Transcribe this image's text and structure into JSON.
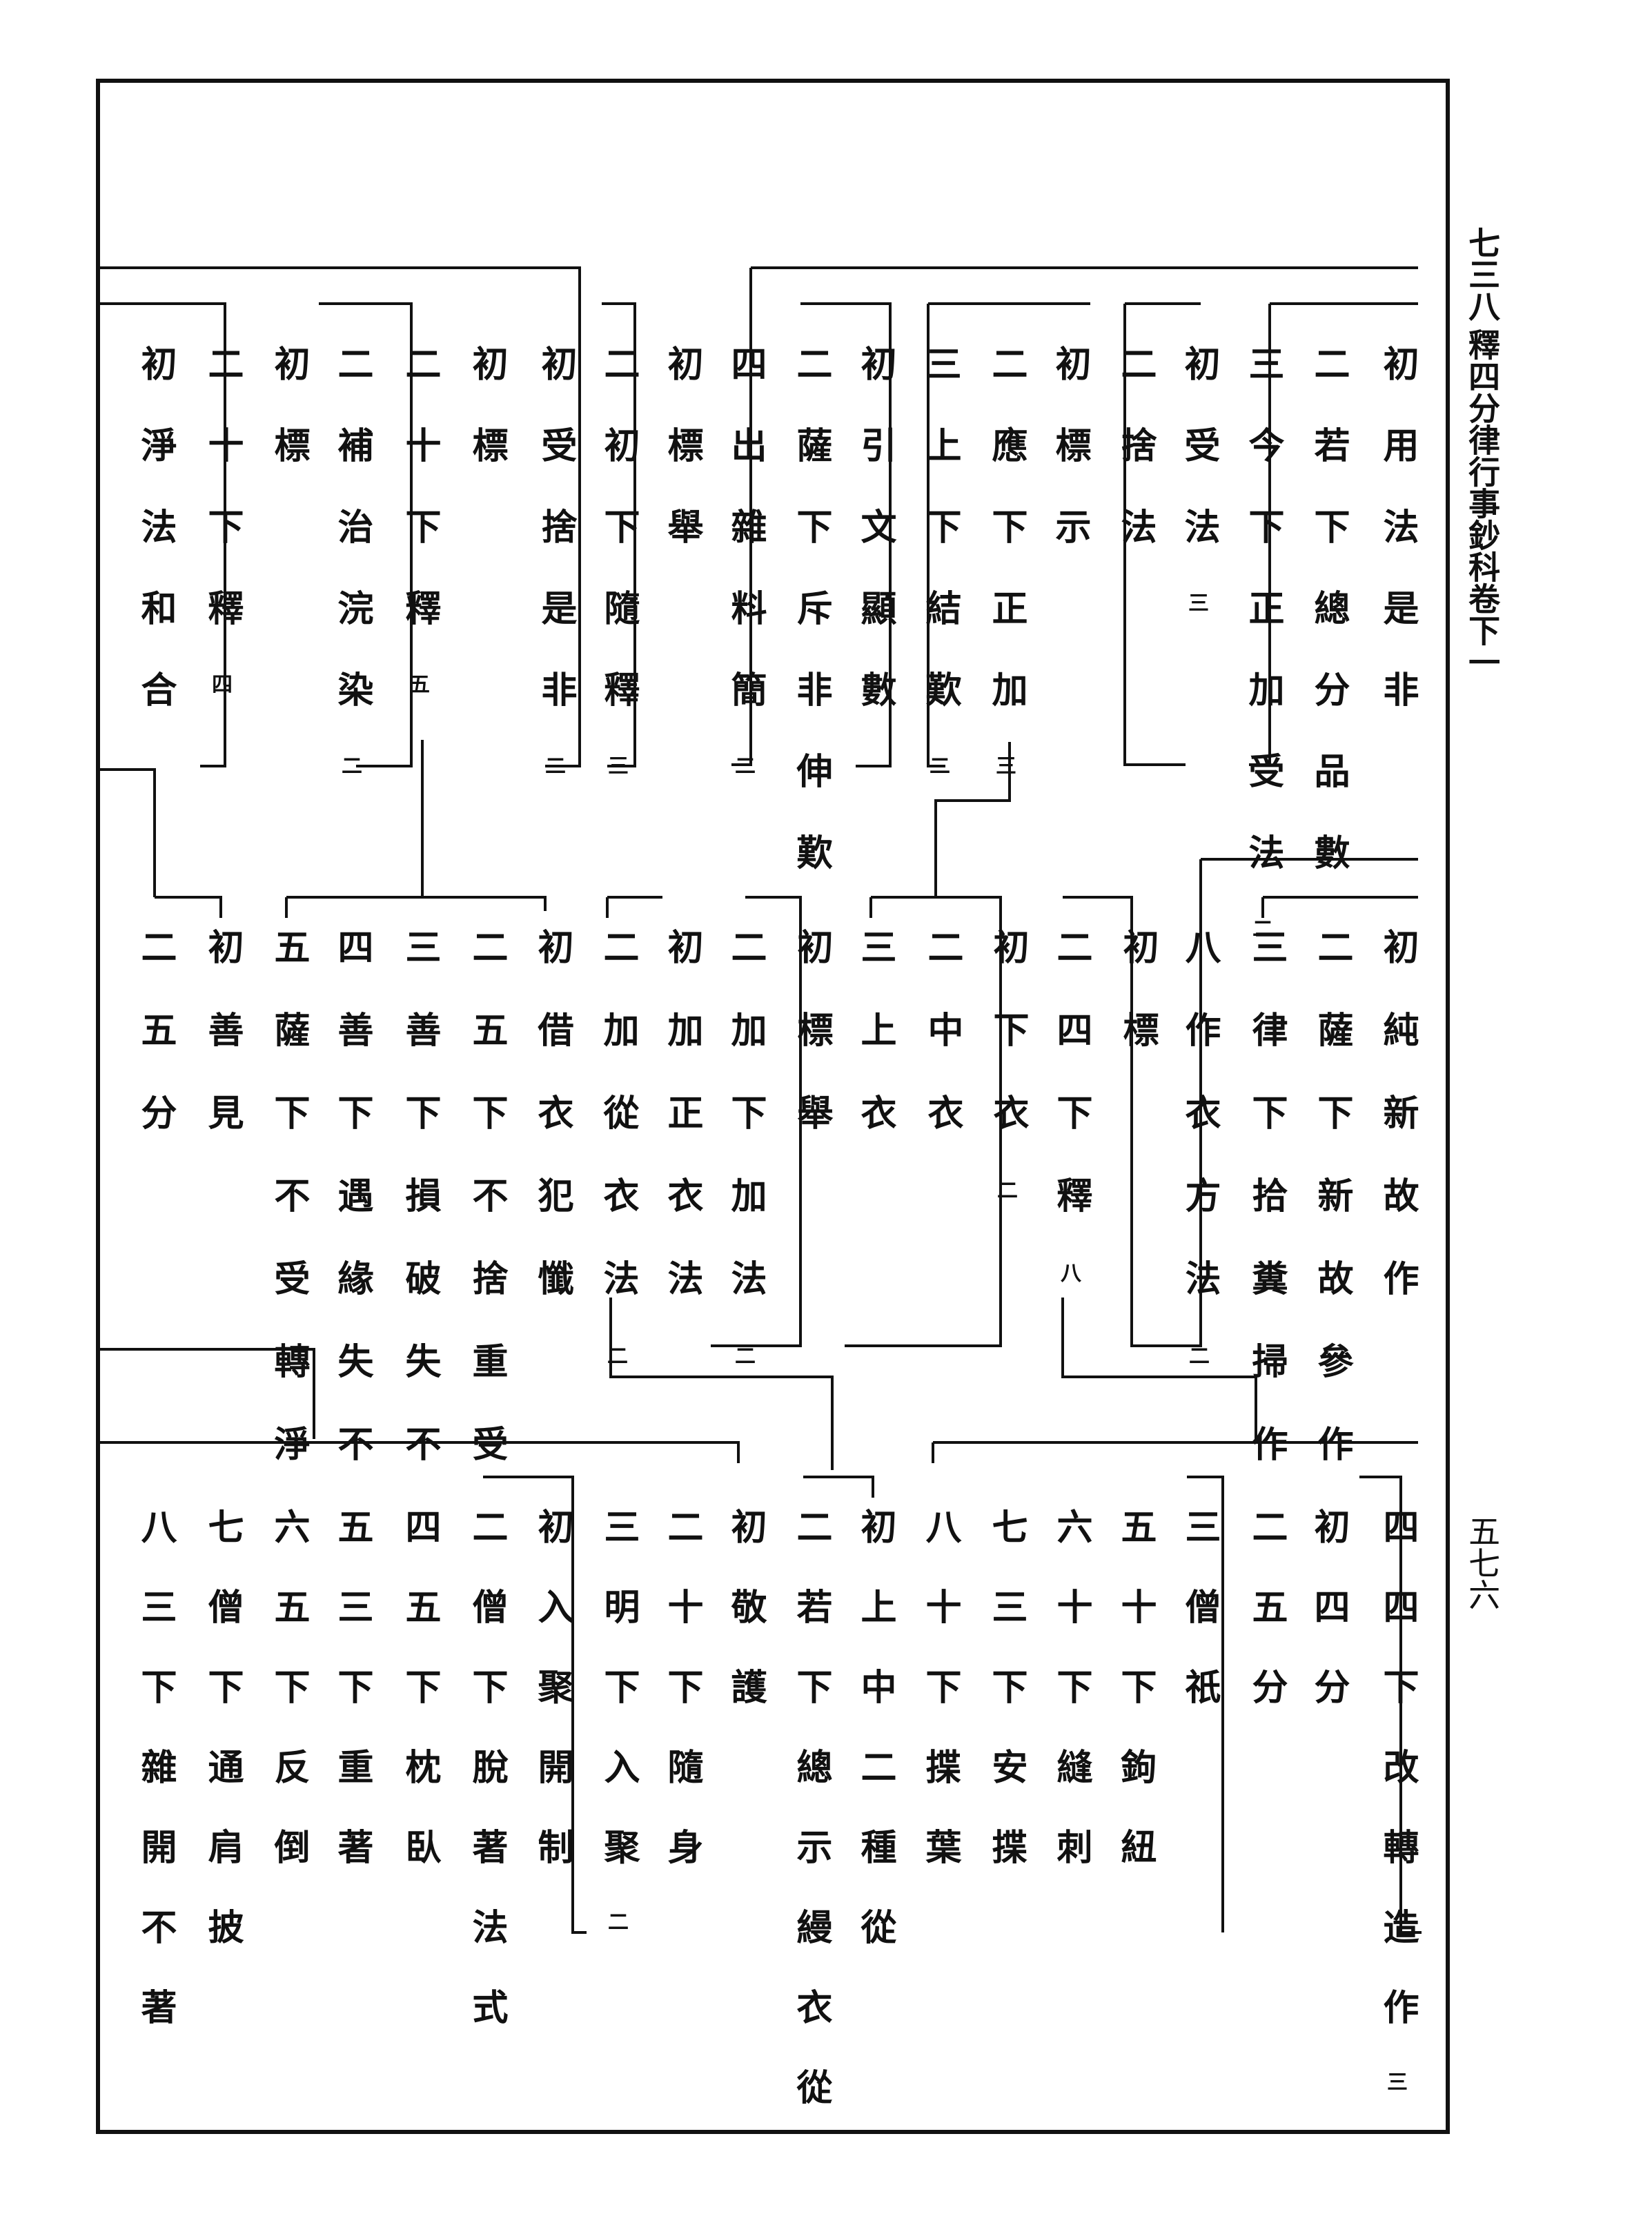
{
  "margin": {
    "volume": "七三八",
    "title": "釋四分律行事鈔科卷下一",
    "page": "五七六"
  },
  "rows": [
    {
      "columns": [
        {
          "text": "初用法是非",
          "note": ""
        },
        {
          "text": "二若下總分品數",
          "note": ""
        },
        {
          "text": "三今下正加受法",
          "note": "二"
        },
        {
          "text": "初受法",
          "note": "三"
        },
        {
          "text": "二捨法",
          "note": ""
        },
        {
          "text": "初標示",
          "note": ""
        },
        {
          "text": "二應下正加",
          "note": "三"
        },
        {
          "text": "三上下結歎",
          "note": "二"
        },
        {
          "text": "初引文顯數",
          "note": ""
        },
        {
          "text": "二薩下斥非伸歎",
          "note": ""
        },
        {
          "text": "四出雜料簡",
          "note": "二"
        },
        {
          "text": "初標舉",
          "note": ""
        },
        {
          "text": "二初下隨釋",
          "note": "三"
        },
        {
          "text": "初受捨是非",
          "note": "二"
        },
        {
          "text": "初標",
          "note": ""
        },
        {
          "text": "二十下釋",
          "note": "五"
        },
        {
          "text": "二補治浣染",
          "note": "二"
        },
        {
          "text": "初標",
          "note": ""
        },
        {
          "text": "二十下釋",
          "note": "四"
        },
        {
          "text": "初淨法和合",
          "note": ""
        }
      ]
    },
    {
      "columns": [
        {
          "text": "初純新故作",
          "note": ""
        },
        {
          "text": "二薩下新故參作",
          "note": ""
        },
        {
          "text": "三律下拾糞掃作",
          "note": ""
        },
        {
          "text": "八作衣方法",
          "note": "二"
        },
        {
          "text": "初標",
          "note": ""
        },
        {
          "text": "二四下釋",
          "note": "八"
        },
        {
          "text": "初下衣",
          "note": "二"
        },
        {
          "text": "二中衣",
          "note": ""
        },
        {
          "text": "三上衣",
          "note": ""
        },
        {
          "text": "初標舉",
          "note": ""
        },
        {
          "text": "二加下加法",
          "note": "二"
        },
        {
          "text": "初加正衣法",
          "note": ""
        },
        {
          "text": "二加從衣法",
          "note": "二"
        },
        {
          "text": "初借衣犯懺",
          "note": ""
        },
        {
          "text": "二五下不捨重受",
          "note": ""
        },
        {
          "text": "三善下損破失不",
          "note": ""
        },
        {
          "text": "四善下遇緣失不",
          "note": ""
        },
        {
          "text": "五薩下不受轉淨",
          "note": ""
        },
        {
          "text": "初善見",
          "note": ""
        },
        {
          "text": "二五分",
          "note": ""
        }
      ]
    },
    {
      "columns": [
        {
          "text": "四四下改轉造作",
          "note": "三"
        },
        {
          "text": "初四分",
          "note": ""
        },
        {
          "text": "二五分",
          "note": ""
        },
        {
          "text": "三僧祇",
          "note": ""
        },
        {
          "text": "五十下鉤紐",
          "note": ""
        },
        {
          "text": "六十下縫刺",
          "note": ""
        },
        {
          "text": "七三下安揲",
          "note": ""
        },
        {
          "text": "八十下揲葉",
          "note": ""
        },
        {
          "text": "初上中二種從",
          "note": ""
        },
        {
          "text": "二若下總示縵衣從",
          "note": ""
        },
        {
          "text": "初敬護",
          "note": ""
        },
        {
          "text": "二十下隨身",
          "note": ""
        },
        {
          "text": "三明下入聚",
          "note": "二"
        },
        {
          "text": "初入聚開制",
          "note": ""
        },
        {
          "text": "二僧下脫著法式",
          "note": ""
        },
        {
          "text": "四五下枕臥",
          "note": ""
        },
        {
          "text": "五三下重著",
          "note": ""
        },
        {
          "text": "六五下反倒",
          "note": ""
        },
        {
          "text": "七僧下通肩披",
          "note": ""
        },
        {
          "text": "八三下雜開不著",
          "note": ""
        }
      ]
    }
  ]
}
